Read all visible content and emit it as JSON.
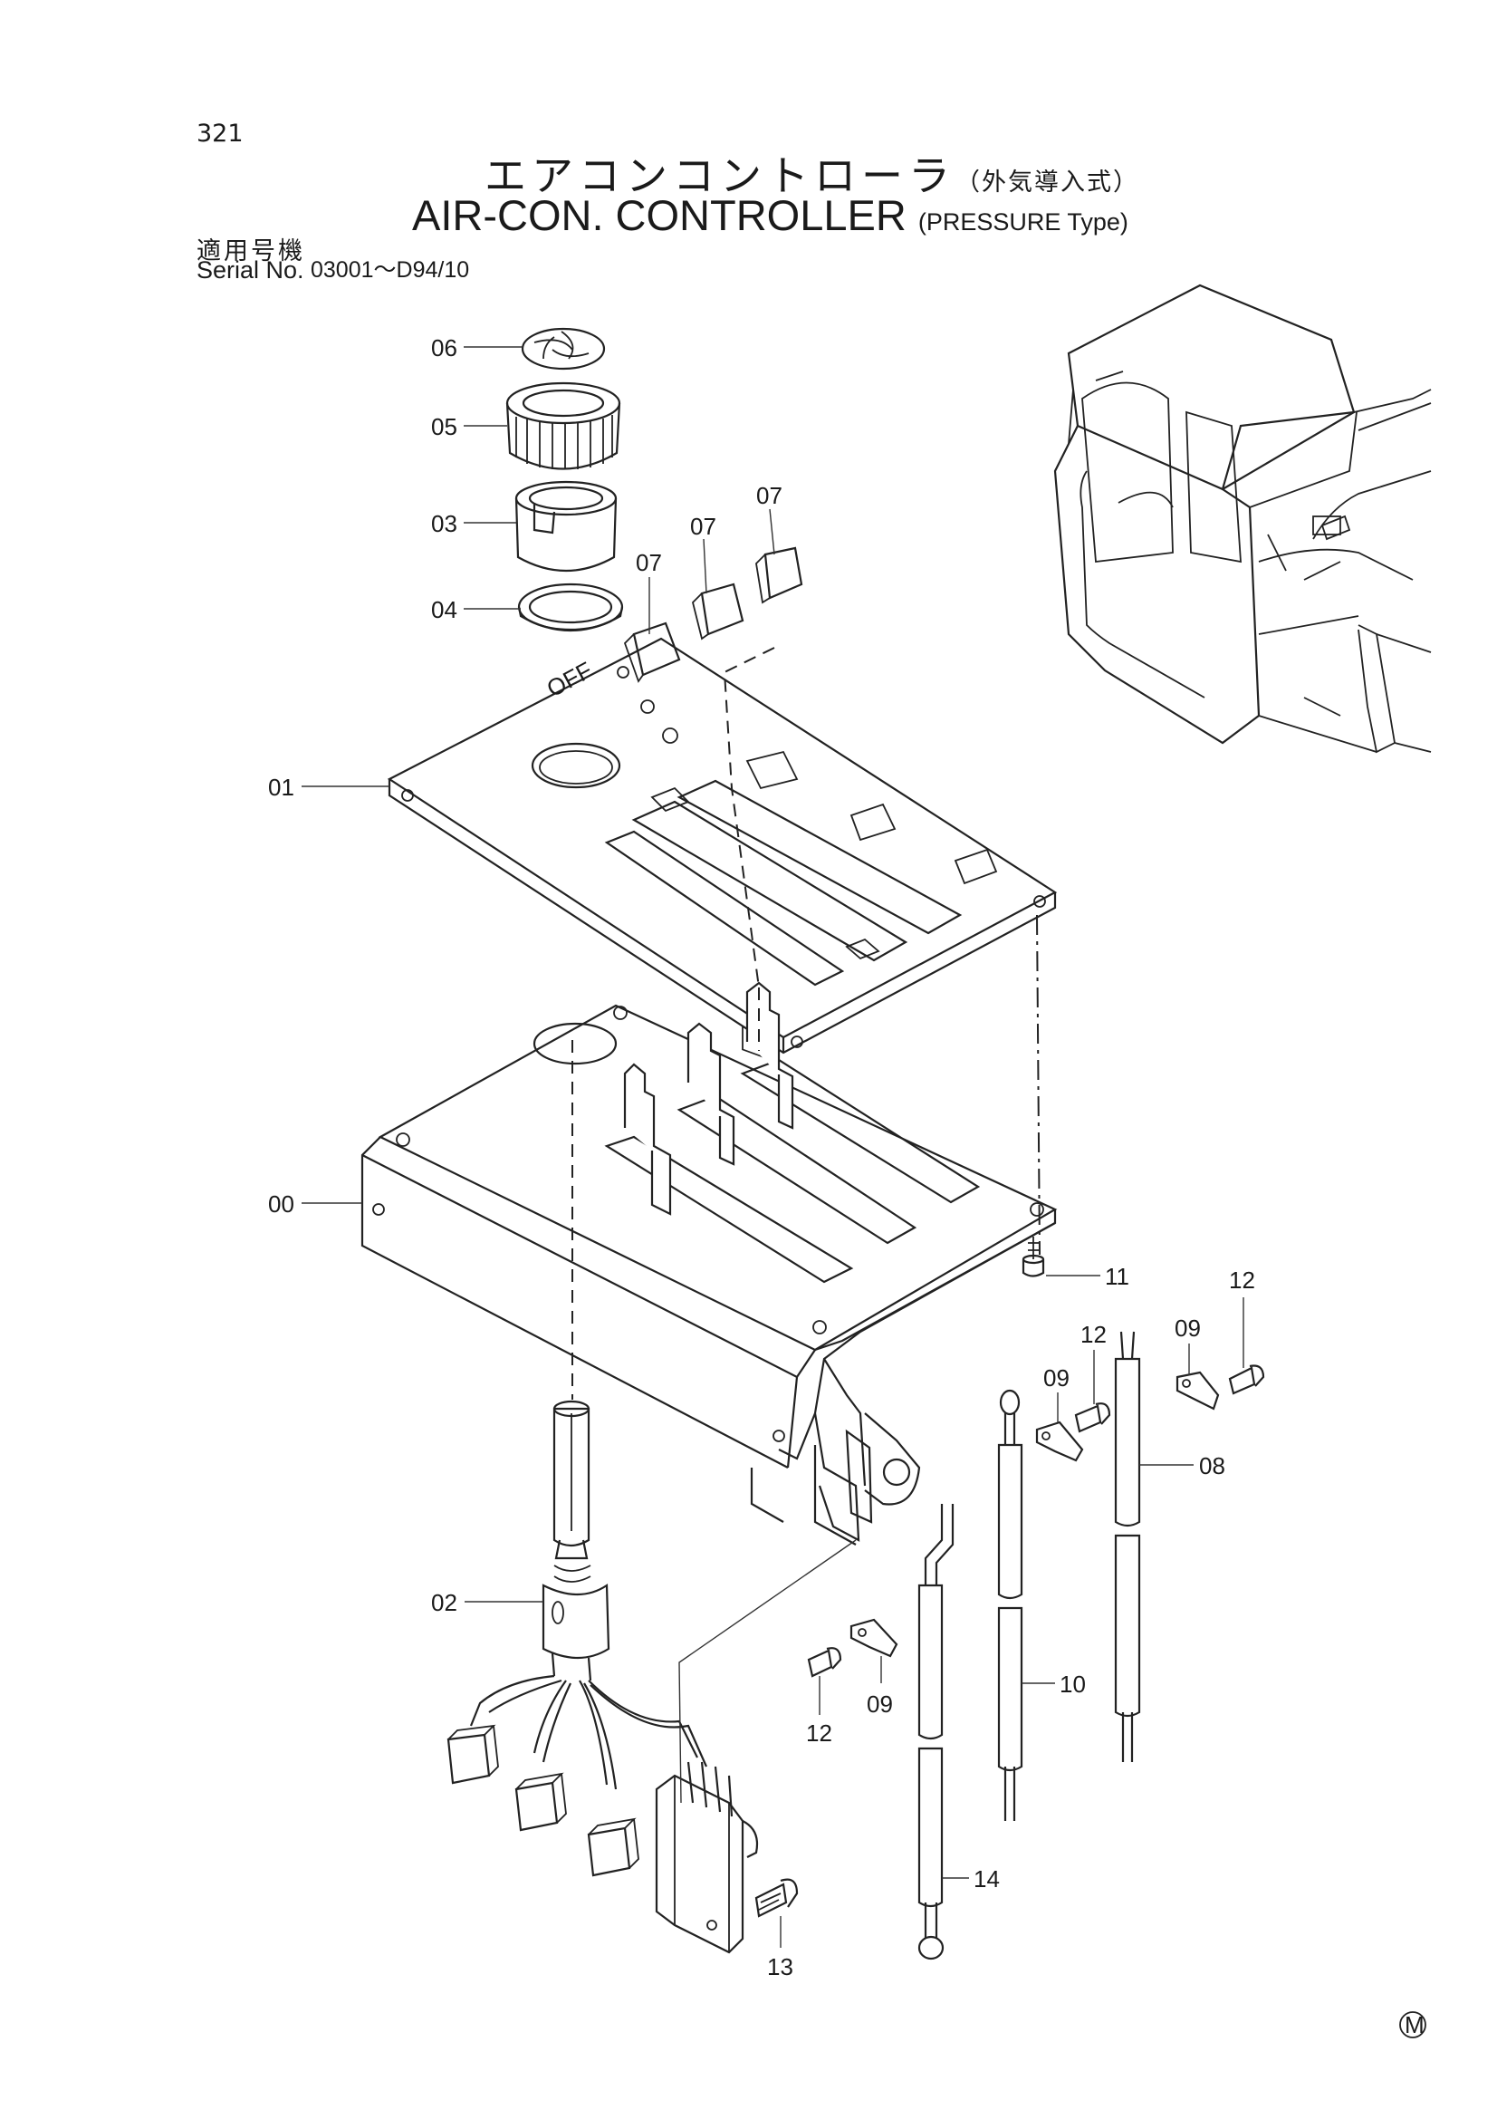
{
  "page_number": "321",
  "title_jp": "エアコンコントローラ",
  "title_jp_sub": "（外気導入式）",
  "title_en": "AIR-CON. CONTROLLER",
  "title_en_sub": "(PRESSURE Type)",
  "serial_label_jp": "適用号機",
  "serial_label_en": "Serial No.",
  "serial_range": "03001～D94/10",
  "callouts": {
    "p06": "06",
    "p05": "05",
    "p03": "03",
    "p04": "04",
    "p07a": "07",
    "p07b": "07",
    "p07c": "07",
    "p01": "01",
    "p00": "00",
    "p02": "02",
    "p11": "11",
    "p12a": "12",
    "p12b": "12",
    "p12c": "12",
    "p09a": "09",
    "p09b": "09",
    "p09c": "09",
    "p08": "08",
    "p10": "10",
    "p14": "14",
    "p13": "13"
  },
  "mark": "M"
}
